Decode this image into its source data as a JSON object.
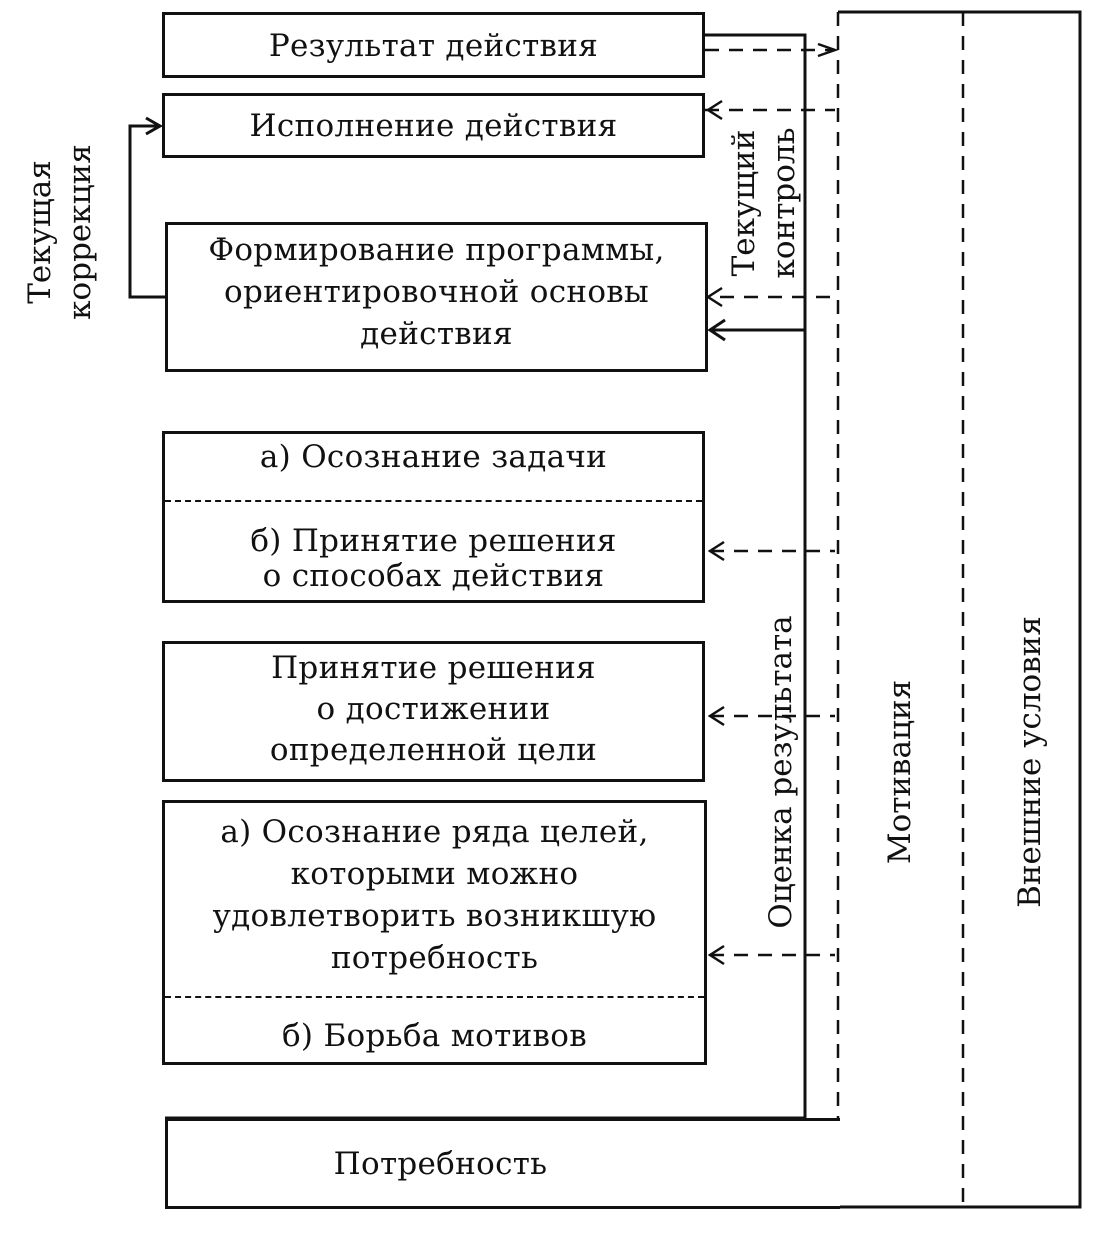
{
  "boxes": {
    "result": "Результат действия",
    "execution": "Исполнение  действия",
    "program": [
      "Формирование  программы,",
      "ориентировочной основы",
      "действия"
    ],
    "task_a": "а)  Осознание  задачи",
    "task_b": [
      "б)  Принятие  решения",
      "о  способах  действия"
    ],
    "goal_decision": [
      "Принятие  решения",
      "о  достижении",
      "определенной цели"
    ],
    "goals_a": [
      "а) Осознание ряда  целей,",
      "которыми можно",
      "удовлетворить возникшую",
      "потребность"
    ],
    "goals_b": "б) Борьба мотивов",
    "need": "Потребность"
  },
  "side_labels": {
    "correction": [
      "Текущая",
      "коррекция"
    ],
    "control": [
      "Текущий",
      "контроль"
    ],
    "assessment": "Оценка результата",
    "motivation": "Мотивация",
    "conditions": "Внешние  условия"
  }
}
